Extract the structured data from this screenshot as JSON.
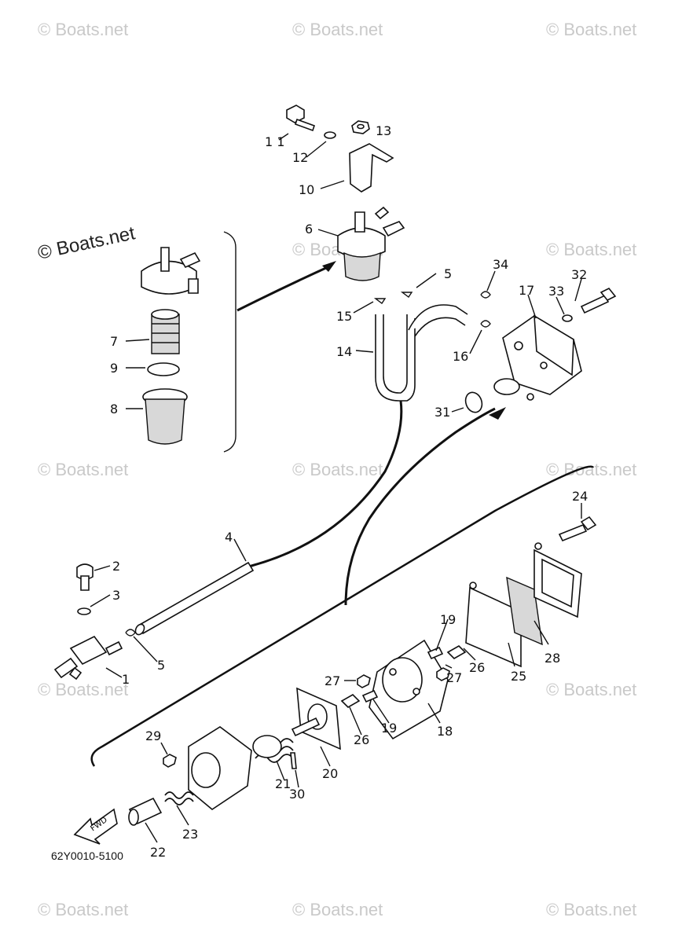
{
  "watermarks": {
    "text": "© Boats.net",
    "large_text": "© Boats.net"
  },
  "part_labels": [
    {
      "id": "1",
      "text": "1"
    },
    {
      "id": "2",
      "text": "2"
    },
    {
      "id": "3",
      "text": "3"
    },
    {
      "id": "4",
      "text": "4"
    },
    {
      "id": "5a",
      "text": "5"
    },
    {
      "id": "5b",
      "text": "5"
    },
    {
      "id": "6",
      "text": "6"
    },
    {
      "id": "7",
      "text": "7"
    },
    {
      "id": "8",
      "text": "8"
    },
    {
      "id": "9",
      "text": "9"
    },
    {
      "id": "10",
      "text": "10"
    },
    {
      "id": "11",
      "text": "1 1"
    },
    {
      "id": "12",
      "text": "12"
    },
    {
      "id": "13",
      "text": "13"
    },
    {
      "id": "14",
      "text": "14"
    },
    {
      "id": "15",
      "text": "15"
    },
    {
      "id": "16",
      "text": "16"
    },
    {
      "id": "17",
      "text": "17"
    },
    {
      "id": "18",
      "text": "18"
    },
    {
      "id": "19a",
      "text": "19"
    },
    {
      "id": "19b",
      "text": "19"
    },
    {
      "id": "20",
      "text": "20"
    },
    {
      "id": "21",
      "text": "21"
    },
    {
      "id": "22",
      "text": "22"
    },
    {
      "id": "23",
      "text": "23"
    },
    {
      "id": "24",
      "text": "24"
    },
    {
      "id": "25",
      "text": "25"
    },
    {
      "id": "26a",
      "text": "26"
    },
    {
      "id": "26b",
      "text": "26"
    },
    {
      "id": "27a",
      "text": "27"
    },
    {
      "id": "27b",
      "text": "27"
    },
    {
      "id": "28",
      "text": "28"
    },
    {
      "id": "29",
      "text": "29"
    },
    {
      "id": "30",
      "text": "30"
    },
    {
      "id": "31",
      "text": "31"
    },
    {
      "id": "32",
      "text": "32"
    },
    {
      "id": "33",
      "text": "33"
    },
    {
      "id": "34",
      "text": "34"
    }
  ],
  "fwd_arrow_label": "FWD",
  "diagram_code": "62Y0010-5100"
}
